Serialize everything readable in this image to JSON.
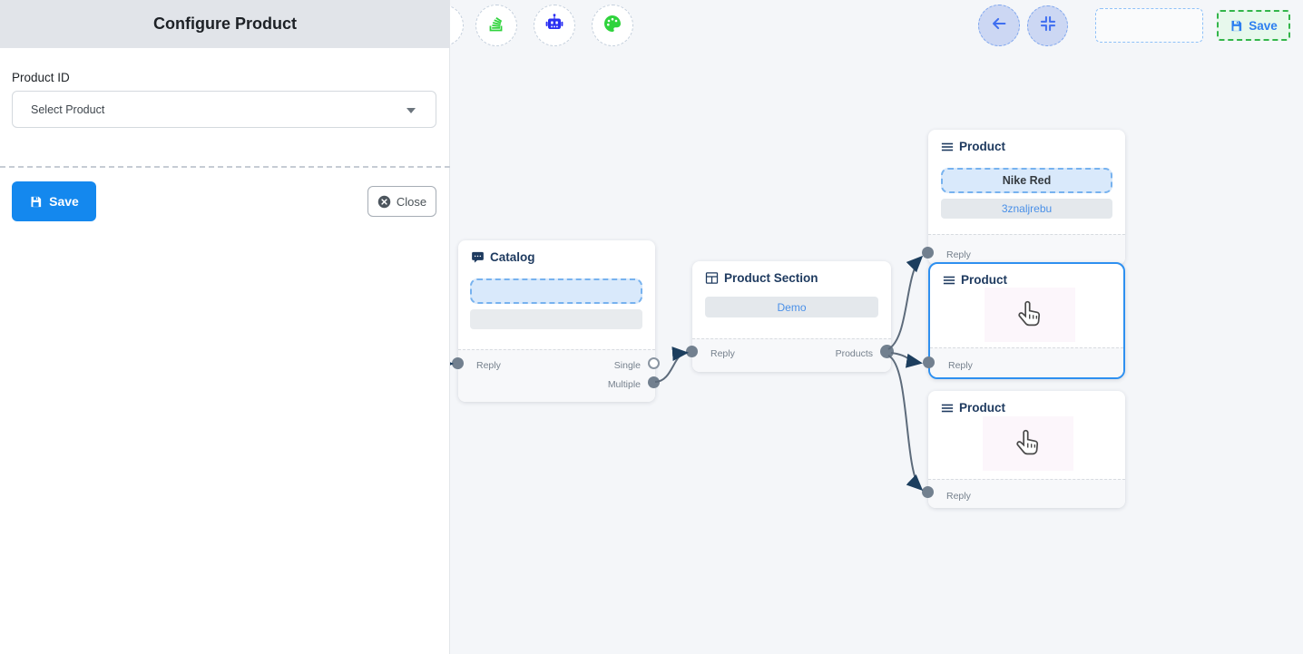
{
  "panel": {
    "title": "Configure Product",
    "product_id_label": "Product ID",
    "select_placeholder": "Select Product",
    "save_label": "Save",
    "close_label": "Close"
  },
  "topbar": {
    "save_label": "Save"
  },
  "nodes": {
    "catalog": {
      "title": "Catalog",
      "reply": "Reply",
      "single": "Single",
      "multiple": "Multiple"
    },
    "product_section": {
      "title": "Product Section",
      "body_button": "Demo",
      "reply": "Reply",
      "products": "Products"
    },
    "product1": {
      "title": "Product",
      "value": "Nike Red",
      "secondary": "3znaljrebu",
      "reply": "Reply"
    },
    "product2": {
      "title": "Product",
      "reply": "Reply",
      "selected": true
    },
    "product3": {
      "title": "Product",
      "reply": "Reply"
    }
  },
  "icons": [
    "stack-icon",
    "robot-icon",
    "palette-icon",
    "back-arrow-icon",
    "fit-view-icon",
    "save-icon",
    "close-icon",
    "chat-bubble-icon",
    "table-icon",
    "menu-icon",
    "chevron-down-icon",
    "cursor-hand-icon"
  ],
  "colors": {
    "panel_header_bg": "#e1e4e9",
    "primary_blue": "#1488ee",
    "node_title": "#1e3a5f",
    "selected_node_border": "#2e90f0",
    "edge": "#5d6b7b",
    "edge_arrow": "#1c3e5e",
    "green_save_bg": "#e7f8ec",
    "green_save_border": "#33b54a",
    "link_blue": "#4a90e8",
    "icon_green": "#2fd33c",
    "icon_robot_blue": "#2a2ff2",
    "dashed_input_bg": "#d9e9fb",
    "dashed_input_border": "#77b2ef",
    "canvas_bg": "#f4f6f9"
  }
}
